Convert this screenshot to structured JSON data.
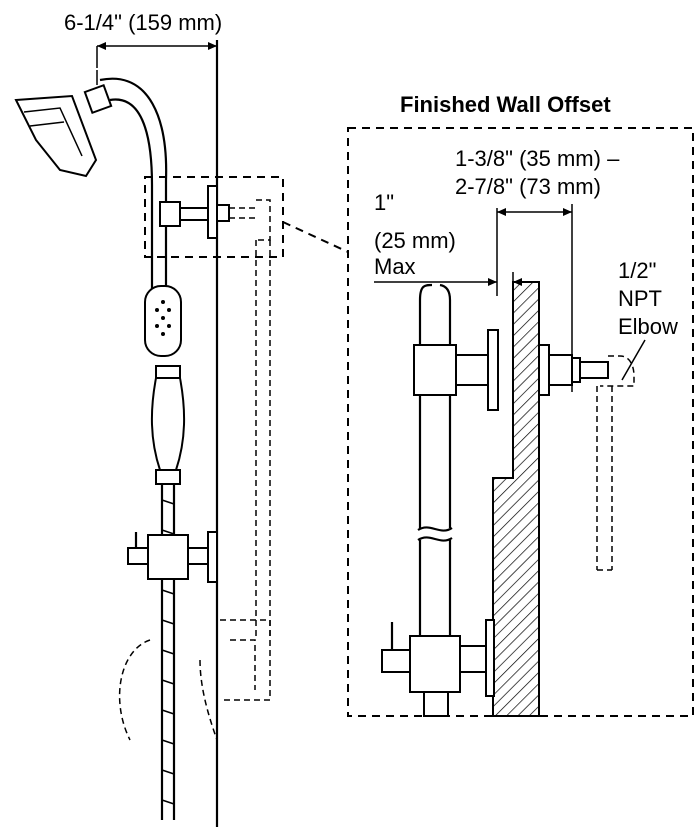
{
  "labels": {
    "shower_arm_offset": "6-1/4\" (159 mm)",
    "inset_title": "Finished Wall Offset",
    "offset_range_line1": "1-3/8\" (35 mm) –",
    "offset_range_line2": "2-7/8\" (73 mm)",
    "max_line1": "1\"",
    "max_line2": "(25 mm)",
    "max_line3": "Max",
    "elbow_line1": "1/2\"",
    "elbow_line2": "NPT",
    "elbow_line3": "Elbow"
  }
}
